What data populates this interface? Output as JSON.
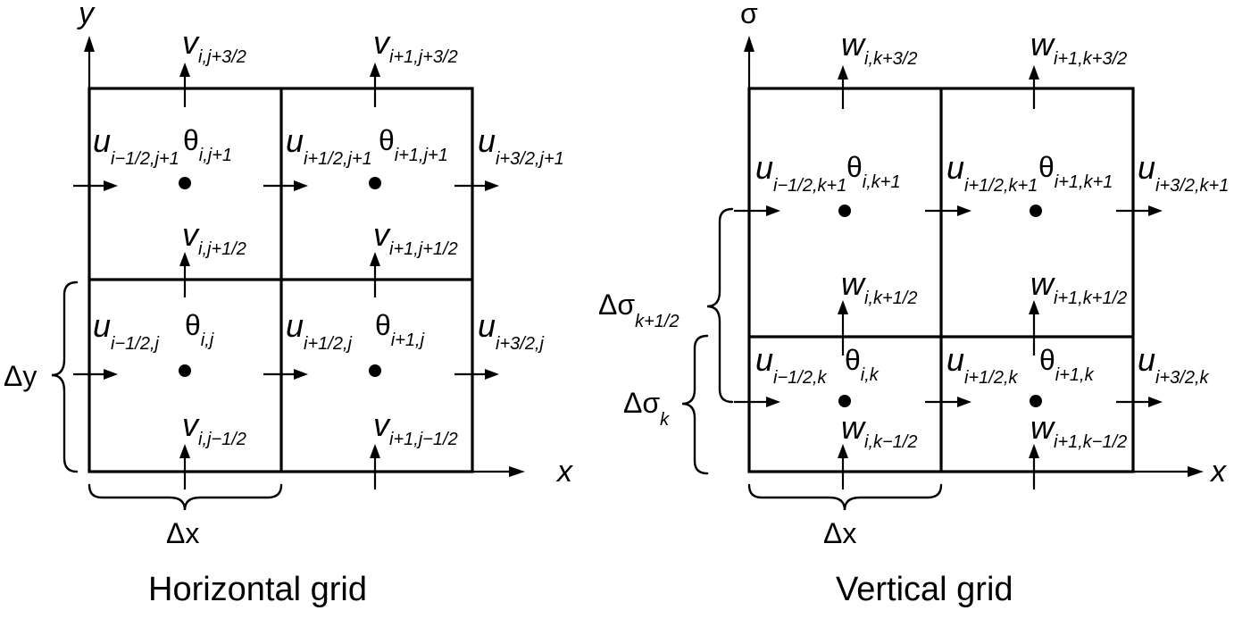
{
  "horizontal": {
    "title": "Horizontal grid",
    "axis_y": "y",
    "axis_x": "x",
    "delta_x": "Δx",
    "delta_y": "Δy",
    "u_labels": [
      {
        "main": "u",
        "sub": "i−1/2,j+1"
      },
      {
        "main": "u",
        "sub": "i+1/2,j+1"
      },
      {
        "main": "u",
        "sub": "i+3/2,j+1"
      },
      {
        "main": "u",
        "sub": "i−1/2,j"
      },
      {
        "main": "u",
        "sub": "i+1/2,j"
      },
      {
        "main": "u",
        "sub": "i+3/2,j"
      }
    ],
    "v_labels": [
      {
        "main": "v",
        "sub": "i,j+3/2"
      },
      {
        "main": "v",
        "sub": "i+1,j+3/2"
      },
      {
        "main": "v",
        "sub": "i,j+1/2"
      },
      {
        "main": "v",
        "sub": "i+1,j+1/2"
      },
      {
        "main": "v",
        "sub": "i,j−1/2"
      },
      {
        "main": "v",
        "sub": "i+1,j−1/2"
      }
    ],
    "theta_labels": [
      {
        "main": "θ",
        "sub": "i,j+1"
      },
      {
        "main": "θ",
        "sub": "i+1,j+1"
      },
      {
        "main": "θ",
        "sub": "i,j"
      },
      {
        "main": "θ",
        "sub": "i+1,j"
      }
    ]
  },
  "vertical": {
    "title": "Vertical grid",
    "axis_sigma": "σ",
    "axis_x": "x",
    "delta_x": "Δx",
    "delta_sigma_upper": {
      "main": "Δσ",
      "sub": "k+1/2"
    },
    "delta_sigma_lower": {
      "main": "Δσ",
      "sub": "k"
    },
    "u_labels": [
      {
        "main": "u",
        "sub": "i−1/2,k+1"
      },
      {
        "main": "u",
        "sub": "i+1/2,k+1"
      },
      {
        "main": "u",
        "sub": "i+3/2,k+1"
      },
      {
        "main": "u",
        "sub": "i−1/2,k"
      },
      {
        "main": "u",
        "sub": "i+1/2,k"
      },
      {
        "main": "u",
        "sub": "i+3/2,k"
      }
    ],
    "w_labels": [
      {
        "main": "w",
        "sub": "i,k+3/2"
      },
      {
        "main": "w",
        "sub": "i+1,k+3/2"
      },
      {
        "main": "w",
        "sub": "i,k+1/2"
      },
      {
        "main": "w",
        "sub": "i+1,k+1/2"
      },
      {
        "main": "w",
        "sub": "i,k−1/2"
      },
      {
        "main": "w",
        "sub": "i+1,k−1/2"
      }
    ],
    "theta_labels": [
      {
        "main": "θ",
        "sub": "i,k+1"
      },
      {
        "main": "θ",
        "sub": "i+1,k+1"
      },
      {
        "main": "θ",
        "sub": "i,k"
      },
      {
        "main": "θ",
        "sub": "i+1,k"
      }
    ]
  }
}
